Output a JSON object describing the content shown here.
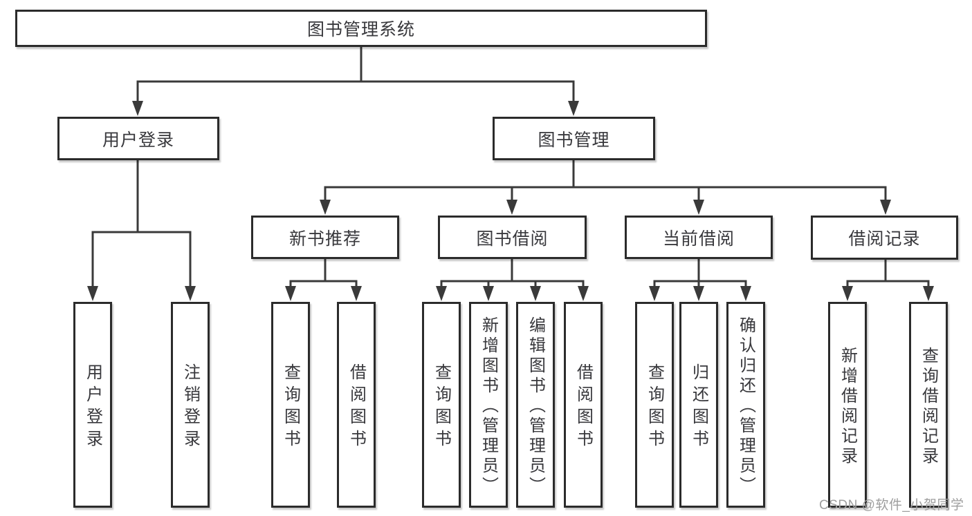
{
  "tree": {
    "root": {
      "label": "图书管理系统",
      "children": [
        {
          "label": "用户登录",
          "children": [
            {
              "label": "用户登录"
            },
            {
              "label": "注销登录"
            }
          ]
        },
        {
          "label": "图书管理",
          "children": [
            {
              "label": "新书推荐",
              "children": [
                {
                  "label": "查询图书"
                },
                {
                  "label": "借阅图书"
                }
              ]
            },
            {
              "label": "图书借阅",
              "children": [
                {
                  "label": "查询图书"
                },
                {
                  "label": "新增图书（管理员）"
                },
                {
                  "label": "编辑图书（管理员）"
                },
                {
                  "label": "借阅图书"
                }
              ]
            },
            {
              "label": "当前借阅",
              "children": [
                {
                  "label": "查询图书"
                },
                {
                  "label": "归还图书"
                },
                {
                  "label": "确认归还（管理员）"
                }
              ]
            },
            {
              "label": "借阅记录",
              "children": [
                {
                  "label": "新增借阅记录"
                },
                {
                  "label": "查询借阅记录"
                }
              ]
            }
          ]
        }
      ]
    }
  },
  "watermark": {
    "text": "CSDN @软件_小贺同学"
  },
  "colors": {
    "background": "#ffffff",
    "line": "#3a3a3a",
    "box_border": "#2b2b2b",
    "box_fill": "#ffffff",
    "text": "#38383c",
    "watermark": "#9e9e9e"
  }
}
